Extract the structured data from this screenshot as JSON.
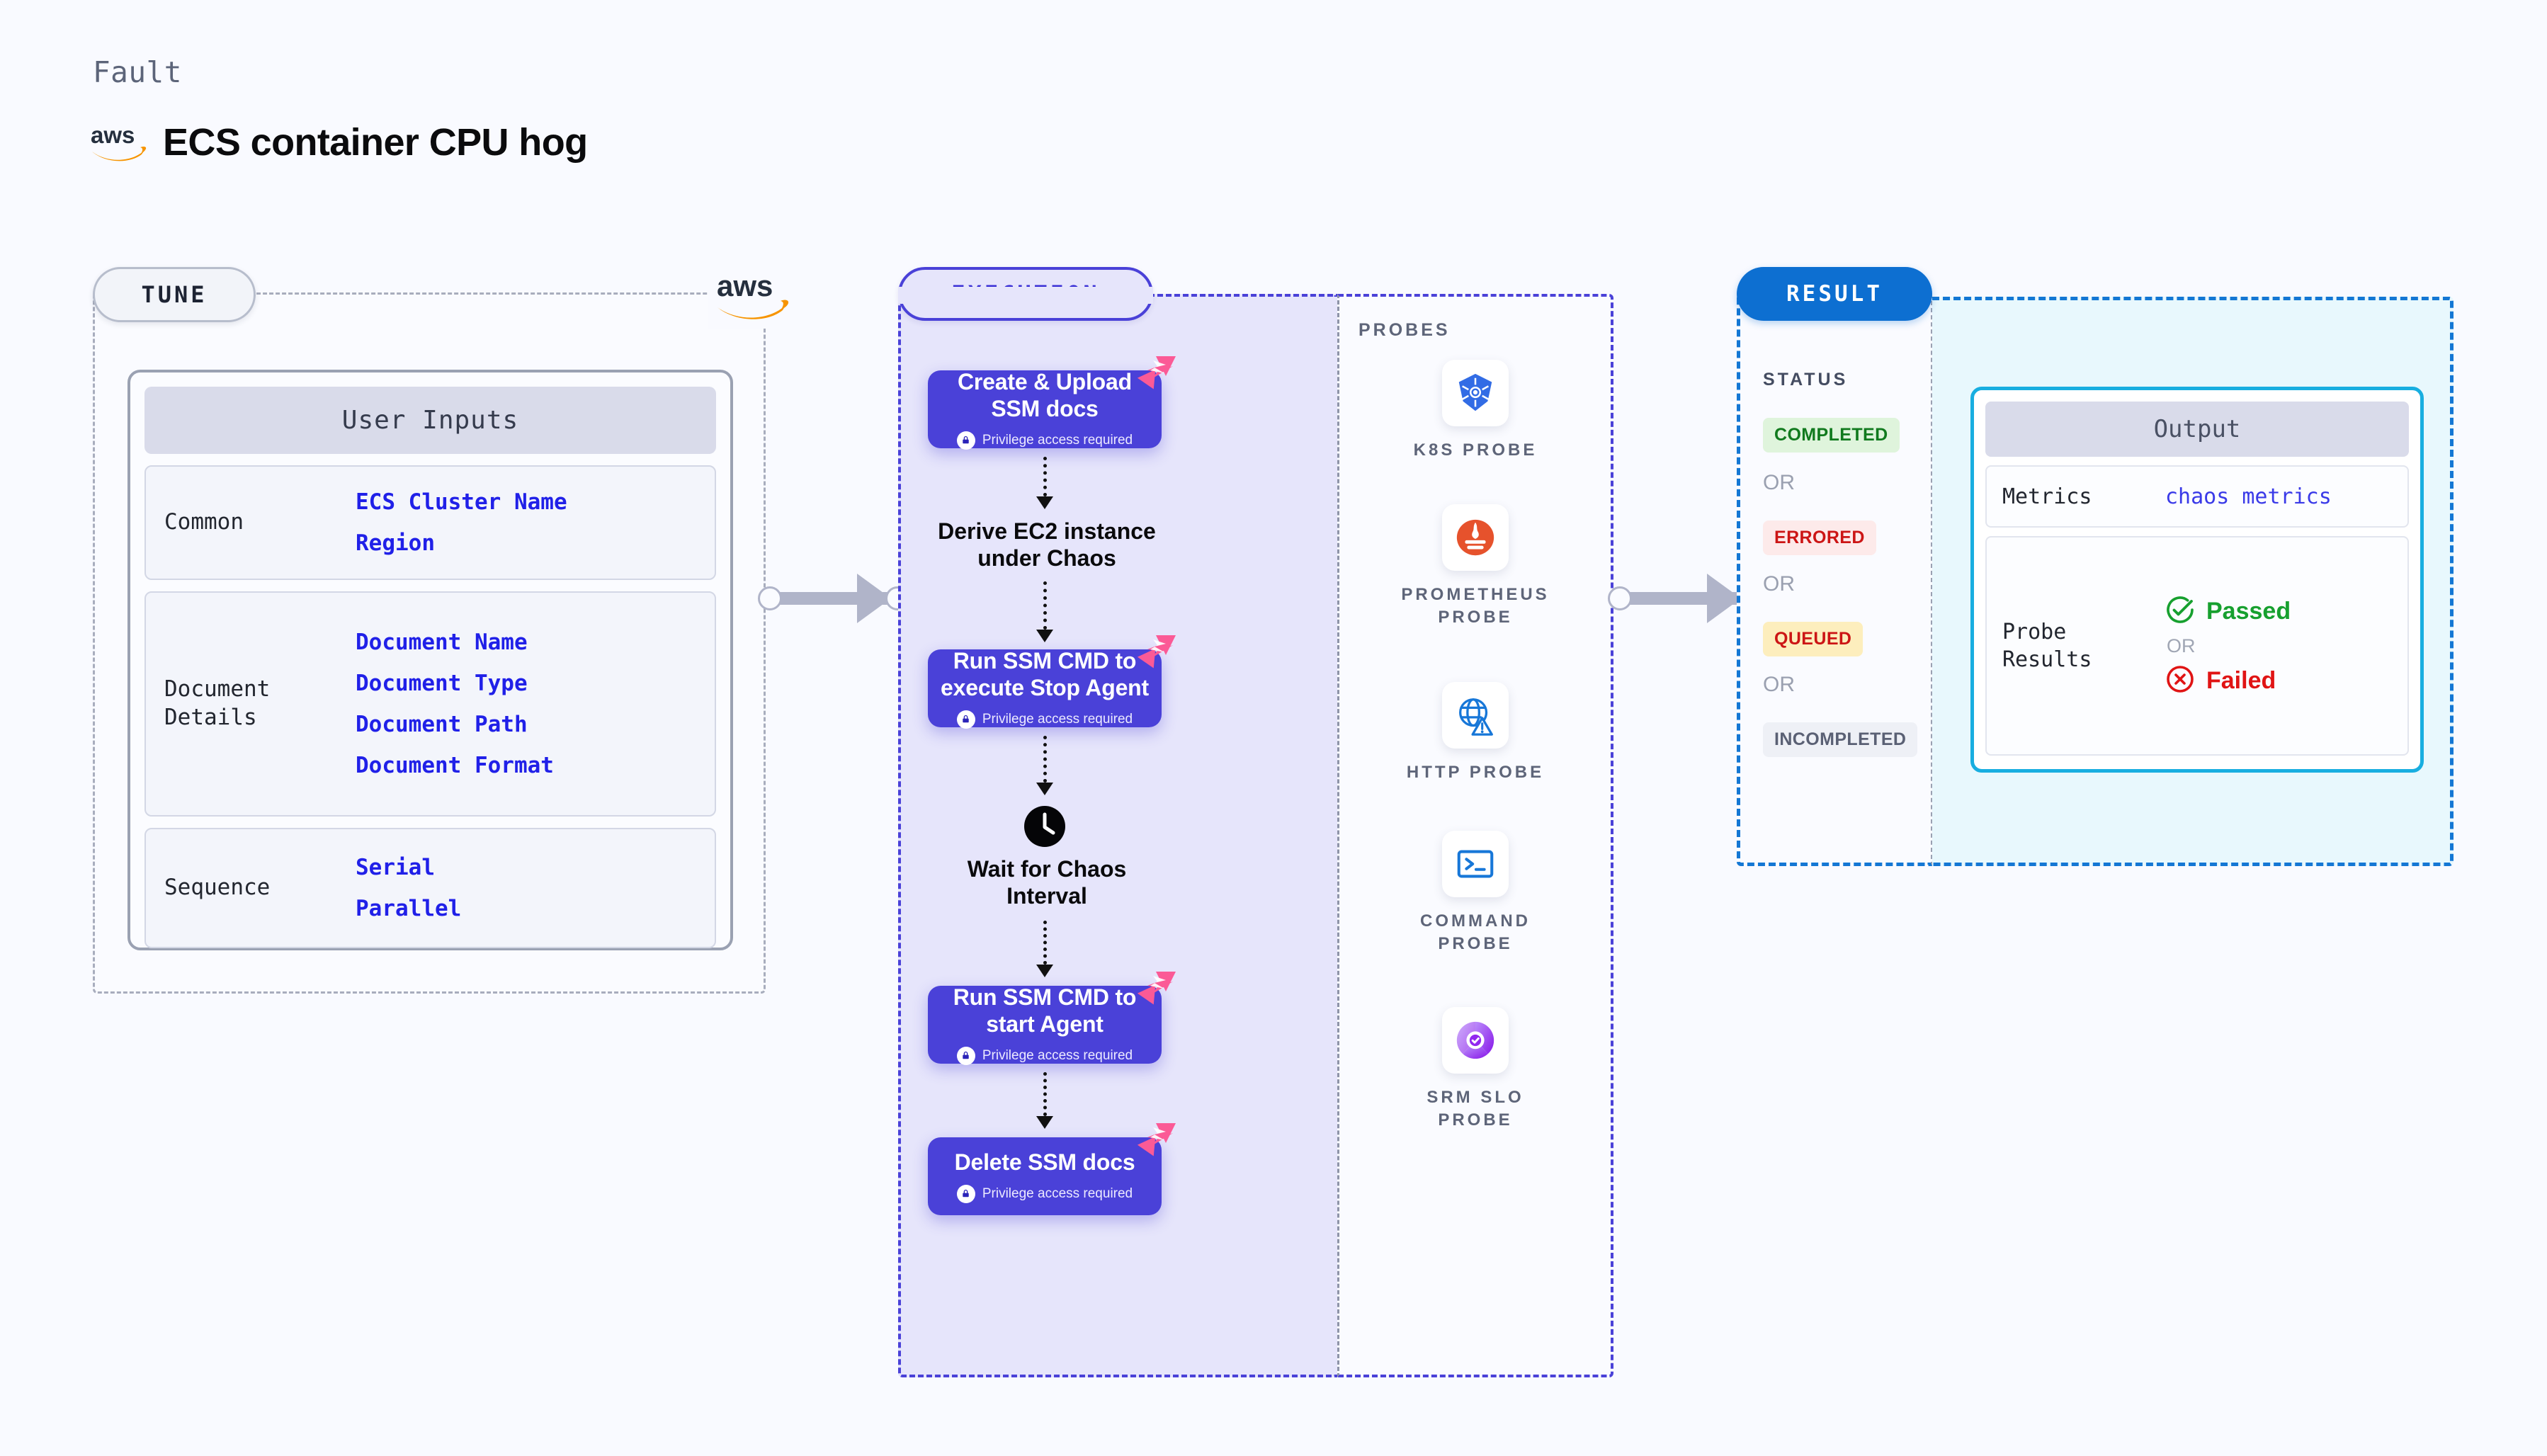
{
  "header": {
    "eyebrow": "Fault",
    "title": "ECS container CPU hog",
    "logo_icon": "aws-logo"
  },
  "tune": {
    "pill_label": "TUNE",
    "provider_logo_icon": "aws-logo",
    "card_title": "User Inputs",
    "sections": [
      {
        "label": "Common",
        "values": [
          "ECS Cluster Name",
          "Region"
        ]
      },
      {
        "label": "Document\nDetails",
        "values": [
          "Document Name",
          "Document Type",
          "Document Path",
          "Document Format"
        ]
      },
      {
        "label": "Sequence",
        "values": [
          "Serial",
          "Parallel"
        ]
      }
    ]
  },
  "execution": {
    "pill_label": "EXECUTION",
    "privilege_note": "Privilege access required",
    "steps": [
      {
        "type": "action",
        "title": "Create & Upload\nSSM docs",
        "privileged": true,
        "badge_icon": "litmus-chaos-icon"
      },
      {
        "type": "plain",
        "title": "Derive EC2 instance\nunder Chaos",
        "icon": ""
      },
      {
        "type": "action",
        "title": "Run SSM CMD to\nexecute Stop Agent",
        "privileged": true,
        "badge_icon": "litmus-chaos-icon"
      },
      {
        "type": "plain",
        "title": "Wait for Chaos\nInterval",
        "icon": "clock-icon"
      },
      {
        "type": "action",
        "title": "Run SSM CMD to\nstart Agent",
        "privileged": true,
        "badge_icon": "litmus-chaos-icon"
      },
      {
        "type": "action",
        "title": "Delete SSM docs",
        "privileged": true,
        "badge_icon": "litmus-chaos-icon"
      }
    ]
  },
  "probes": {
    "title": "PROBES",
    "items": [
      {
        "label": "K8S  PROBE",
        "icon": "kubernetes-icon"
      },
      {
        "label": "PROMETHEUS\nPROBE",
        "icon": "prometheus-icon"
      },
      {
        "label": "HTTP  PROBE",
        "icon": "http-globe-warning-icon"
      },
      {
        "label": "COMMAND\nPROBE",
        "icon": "terminal-icon"
      },
      {
        "label": "SRM  SLO\nPROBE",
        "icon": "srm-slo-icon"
      }
    ]
  },
  "result": {
    "pill_label": "RESULT",
    "status_title": "STATUS",
    "or_label": "OR",
    "statuses": [
      {
        "label": "COMPLETED",
        "color": "#117a1e",
        "bg": "#dff4dc"
      },
      {
        "label": "ERRORED",
        "color": "#cc1515",
        "bg": "#fdeaea"
      },
      {
        "label": "QUEUED",
        "color": "#cc1515",
        "bg": "#fdeebd"
      },
      {
        "label": "INCOMPLETED",
        "color": "#5a6074",
        "bg": "#eef0f6"
      }
    ]
  },
  "output": {
    "card_title": "Output",
    "metrics_label": "Metrics",
    "metrics_value": "chaos metrics",
    "probe_results_label": "Probe\nResults",
    "or_label": "OR",
    "passed_label": "Passed",
    "failed_label": "Failed",
    "passed_icon": "check-circle-icon",
    "failed_icon": "x-circle-icon"
  },
  "connectors": {
    "tune_to_execution": "arrow-right-icon",
    "execution_to_result": "arrow-right-icon"
  },
  "colors": {
    "accent_purple": "#4a41d8",
    "accent_blue": "#0d6fd1",
    "accent_cyan": "#18aee0",
    "litmus_pink": "#fb5a96",
    "aws_orange": "#f79400",
    "background": "#f9faff"
  }
}
